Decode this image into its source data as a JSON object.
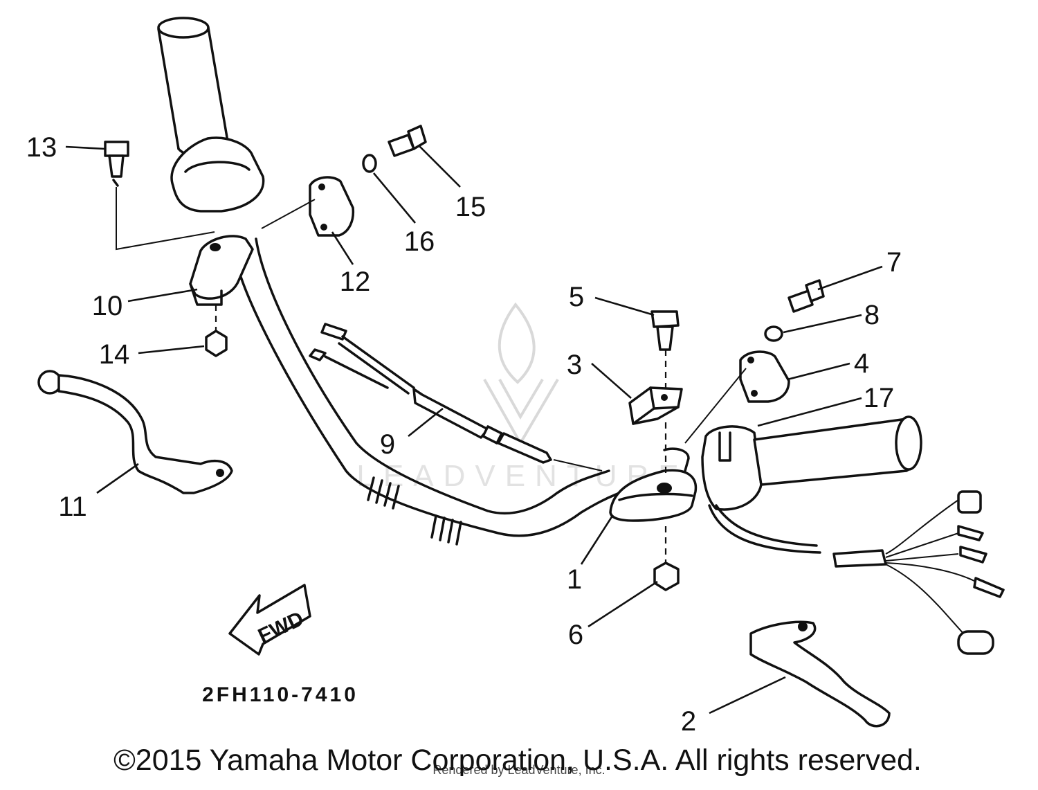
{
  "diagram": {
    "part_code": "2FH110-7410",
    "copyright": "©2015 Yamaha Motor Corporation, U.S.A. All rights reserved.",
    "rendered_by": "Rendered by LeadVenture, Inc.",
    "watermark": "LEADVENTURE",
    "fwd_label": "FWD",
    "callouts": [
      "1",
      "2",
      "3",
      "4",
      "5",
      "6",
      "7",
      "8",
      "9",
      "10",
      "11",
      "12",
      "13",
      "14",
      "15",
      "16",
      "17"
    ]
  }
}
